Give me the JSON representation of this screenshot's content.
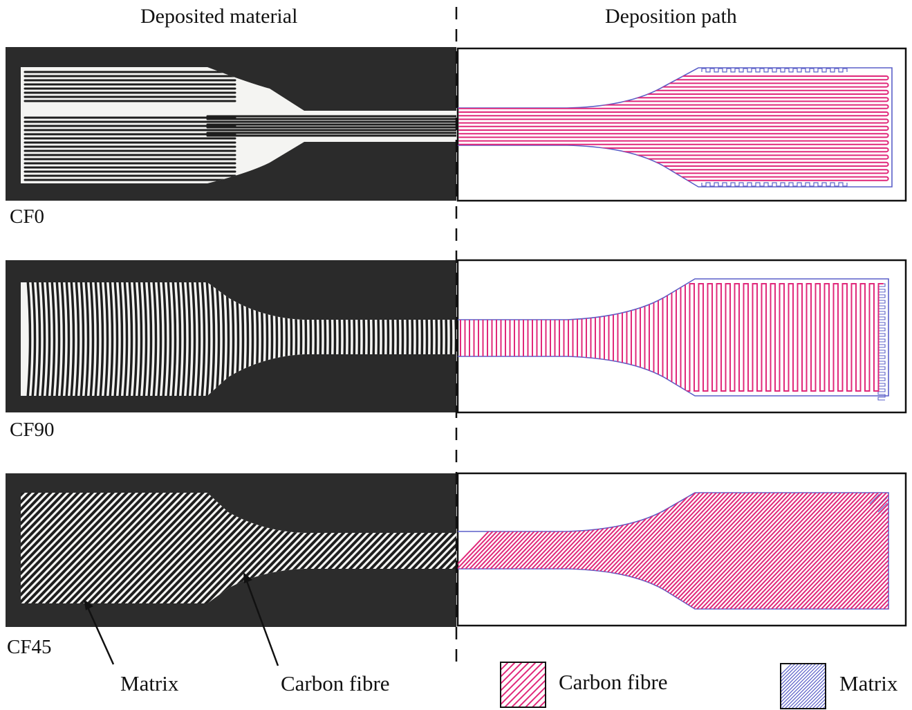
{
  "headers": {
    "left": "Deposited material",
    "right": "Deposition path"
  },
  "samples": [
    {
      "label": "CF0",
      "orientation_deg": 0
    },
    {
      "label": "CF90",
      "orientation_deg": 90
    },
    {
      "label": "CF45",
      "orientation_deg": 45
    }
  ],
  "photo_annotations": {
    "matrix": "Matrix",
    "carbon_fibre": "Carbon fibre"
  },
  "legend": {
    "carbon_fibre": "Carbon fibre",
    "matrix": "Matrix"
  },
  "colors": {
    "carbon_fibre": "#e0287a",
    "matrix": "#5a5fc8",
    "photo_background": "#2b2b2b",
    "specimen": "#f4f4f2",
    "deposited_fibre": "#1e1e1e"
  }
}
